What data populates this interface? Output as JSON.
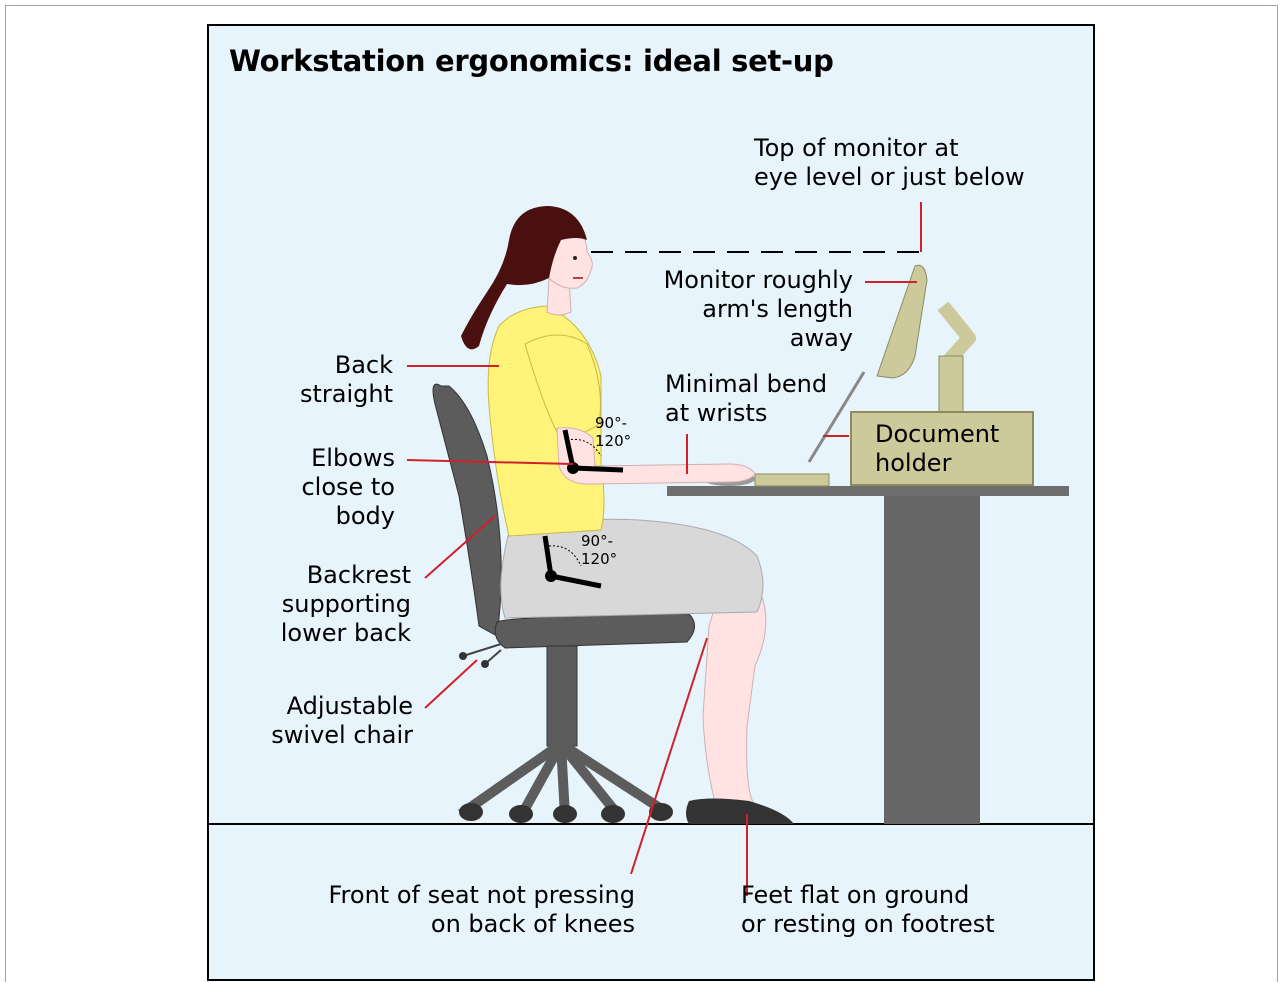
{
  "title": "Workstation ergonomics: ideal set-up",
  "labels": {
    "monitor_top": "Top of monitor at\neye level or just below",
    "monitor_distance": "Monitor roughly\narm's length\naway",
    "back": "Back\nstraight",
    "wrists": "Minimal bend\nat wrists",
    "document_holder": "Document\nholder",
    "elbows": "Elbows\nclose to\nbody",
    "backrest": "Backrest\nsupporting\nlower back",
    "chair": "Adjustable\nswivel chair",
    "seat": "Front of seat not pressing\non back of knees",
    "feet": "Feet flat on ground\nor resting on footrest"
  },
  "angles": {
    "elbow": "90°-\n120°",
    "hip": "90°-\n120°"
  },
  "colors": {
    "background": "#e8f4fc",
    "leader_line": "#d0202a",
    "shirt": "#fff37a",
    "skirt": "#d8d8d8",
    "skin": "#ffe3e3",
    "hair": "#4a1010",
    "chair": "#5c5c5c",
    "desk": "#666666",
    "monitor": "#ccc99a"
  }
}
